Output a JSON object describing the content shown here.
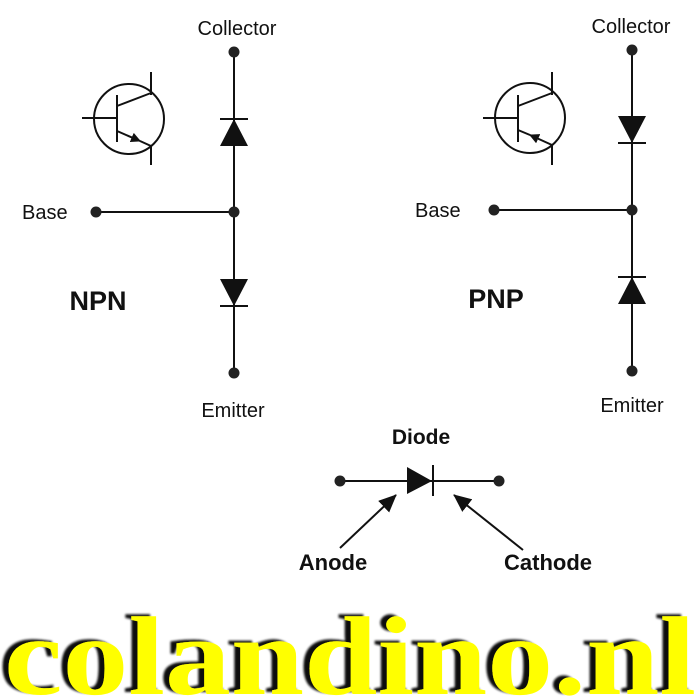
{
  "npn": {
    "title": "NPN",
    "collector": "Collector",
    "base": "Base",
    "emitter": "Emitter"
  },
  "pnp": {
    "title": "PNP",
    "collector": "Collector",
    "base": "Base",
    "emitter": "Emitter"
  },
  "diode": {
    "title": "Diode",
    "anode": "Anode",
    "cathode": "Cathode"
  },
  "logo": {
    "text": "colandino.nl",
    "color": "#ffff00",
    "shadow": "#111111"
  }
}
